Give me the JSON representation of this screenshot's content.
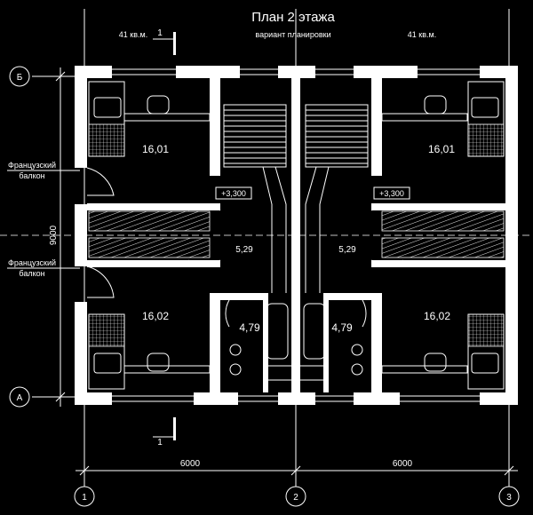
{
  "title": "План 2 этажа",
  "subtitle": "вариант планировки",
  "area_left": "41 кв.м.",
  "area_right": "41 кв.м.",
  "section_mark": "1",
  "axes": {
    "row_b": "Б",
    "row_a": "А",
    "col_1": "1",
    "col_2": "2",
    "col_3": "3"
  },
  "dims": {
    "height": "9000",
    "width_left": "6000",
    "width_right": "6000"
  },
  "rooms": {
    "bed_top_left": "16,01",
    "bed_top_right": "16,01",
    "bed_bottom_left": "16,02",
    "bed_bottom_right": "16,02",
    "hall_left": "5,29",
    "hall_right": "5,29",
    "bath_left": "4,79",
    "bath_right": "4,79"
  },
  "level_left": "+3,300",
  "level_right": "+3,300",
  "balcony_top": [
    "Французский",
    "балкон"
  ],
  "balcony_bottom": [
    "Французский",
    "балкон"
  ]
}
